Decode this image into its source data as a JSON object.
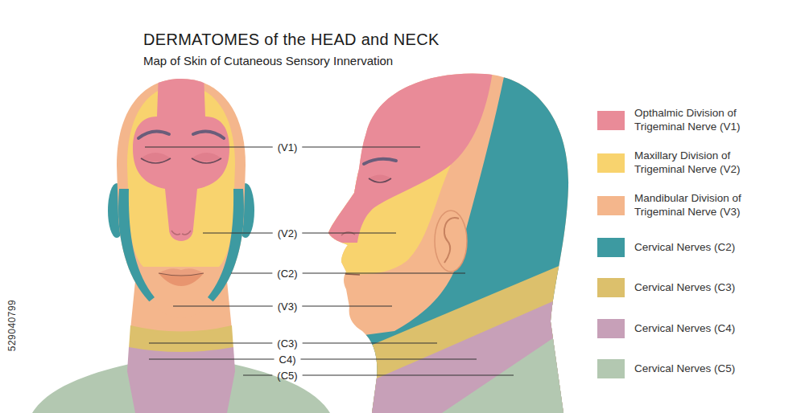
{
  "diagram": {
    "title": "DERMATOMES of the HEAD and NECK",
    "caption": "Map of Skin of Cutaneous Sensory Innervation",
    "labels": [
      "(V1)",
      "(V2)",
      "(C2)",
      "(V3)",
      "(C3)",
      "C4)",
      "(C5)",
      "529040799"
    ],
    "legend": [
      {
        "text": "Opthalmic Division of Trigeminal Nerve (V1)",
        "color": "#e98b98"
      },
      {
        "text": "Maxillary Division of Trigeminal Nerve (V2)",
        "color": "#f8d36e"
      },
      {
        "text": "Mandibular Division of Trigeminal Nerve (V3)",
        "color": "#f4b68c"
      },
      {
        "text": "Cervical Nerves (C2)",
        "color": "#3d9aa1"
      },
      {
        "text": "Cervical Nerves (C3)",
        "color": "#dcc06c"
      },
      {
        "text": "Cervical Nerves (C4)",
        "color": "#c7a0b8"
      },
      {
        "text": "Cervical Nerves (C5)",
        "color": "#b3c8b1"
      }
    ]
  }
}
